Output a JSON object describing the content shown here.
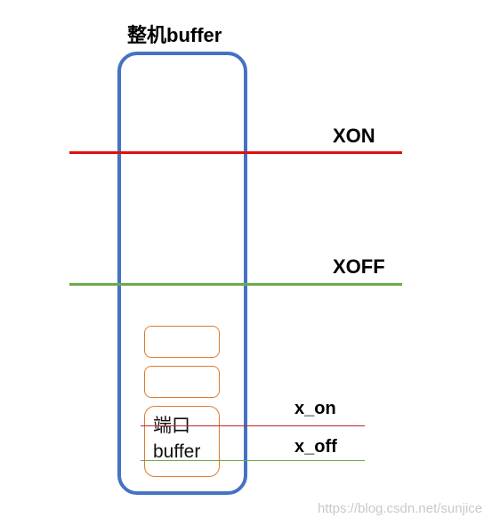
{
  "title": "整机buffer",
  "thresholds": {
    "xon": "XON",
    "xoff": "XOFF"
  },
  "port": {
    "label_line1": "端口",
    "label_line2": "buffer",
    "x_on": "x_on",
    "x_off": "x_off"
  },
  "watermark": "https://blog.csdn.net/sunjice",
  "colors": {
    "buffer_border": "#4472c4",
    "xon_line": "#e01010",
    "xoff_line": "#6aaa4a",
    "port_box_border": "#e07a2c"
  }
}
